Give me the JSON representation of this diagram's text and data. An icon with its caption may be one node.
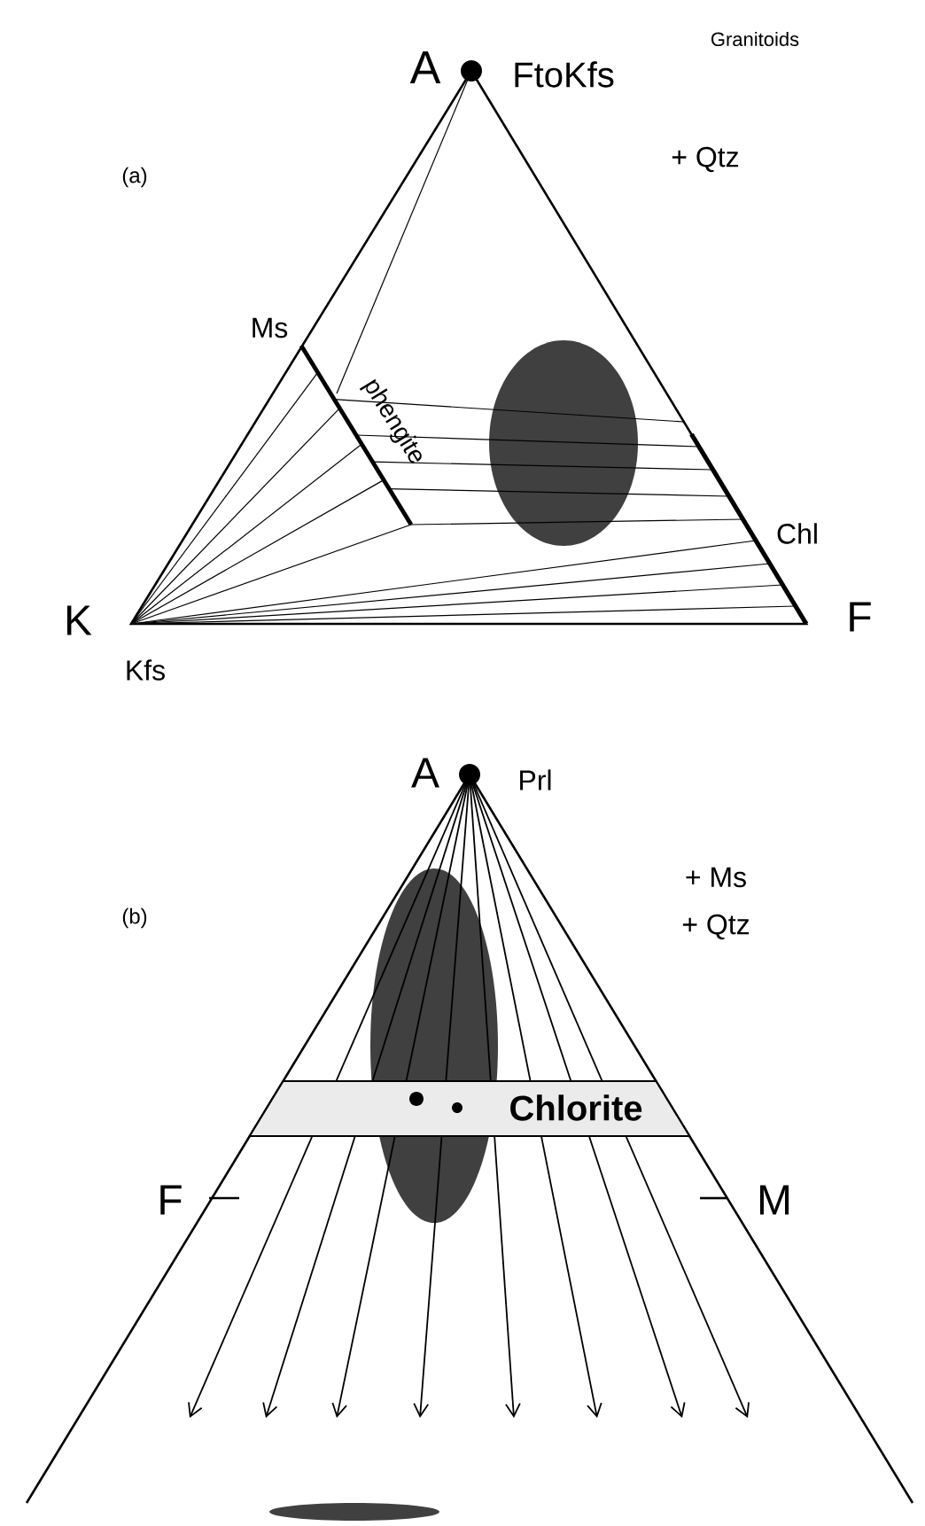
{
  "diagram": {
    "nodes": [
      {
        "text": [
          "Chlorite"
        ]
      }
    ],
    "labels": [
      "A",
      "FtoKfs",
      "Granitoids",
      "(a)",
      "+ Qtz",
      "Ms",
      "phengite",
      "Chl",
      "K",
      "F",
      "Kfs",
      "A",
      "Prl",
      "(b)",
      "+ Ms",
      "+ Qtz",
      "F",
      "M"
    ]
  }
}
